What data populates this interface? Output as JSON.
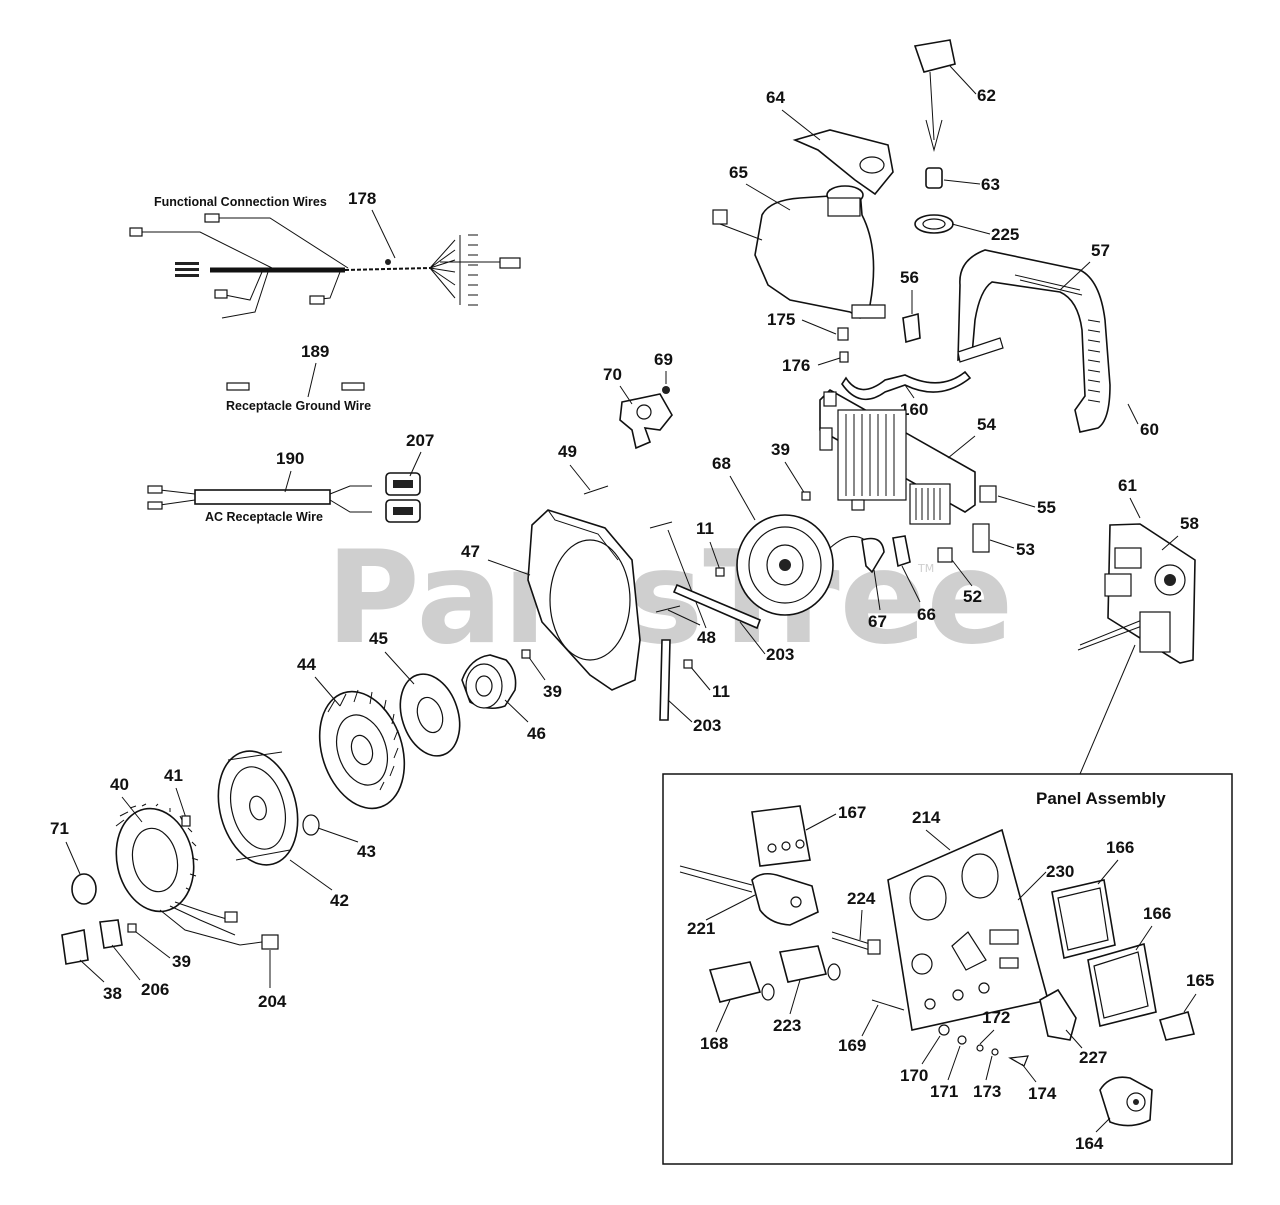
{
  "watermark": {
    "text": "PartsTree",
    "trademark": "TM"
  },
  "captions": {
    "functional_connection_wires": "Functional Connection Wires",
    "receptacle_ground_wire": "Receptacle Ground Wire",
    "ac_receptacle_wire": "AC Receptacle Wire"
  },
  "panel_assembly": {
    "title": "Panel Assembly"
  },
  "callouts": {
    "c62": "62",
    "c64": "64",
    "c63": "63",
    "c65": "65",
    "c225": "225",
    "c57": "57",
    "c56": "56",
    "c175": "175",
    "c176": "176",
    "c160": "160",
    "c60": "60",
    "c54": "54",
    "c55": "55",
    "c53": "53",
    "c52": "52",
    "c61": "61",
    "c58": "58",
    "c178": "178",
    "c189": "189",
    "c190": "190",
    "c207": "207",
    "c70": "70",
    "c69": "69",
    "c49": "49",
    "c39a": "39",
    "c68": "68",
    "c11a": "11",
    "c47": "47",
    "c48": "48",
    "c67": "67",
    "c66": "66",
    "c203a": "203",
    "c203b": "203",
    "c11b": "11",
    "c39b": "39",
    "c45": "45",
    "c44": "44",
    "c46": "46",
    "c40": "40",
    "c41": "41",
    "c71": "71",
    "c42": "42",
    "c43": "43",
    "c39c": "39",
    "c38": "38",
    "c206": "206",
    "c204": "204",
    "c167": "167",
    "c214": "214",
    "c166a": "166",
    "c230": "230",
    "c166b": "166",
    "c221": "221",
    "c224": "224",
    "c165": "165",
    "c168": "168",
    "c223": "223",
    "c169": "169",
    "c172": "172",
    "c227": "227",
    "c170": "170",
    "c171": "171",
    "c173": "173",
    "c174": "174",
    "c164": "164"
  }
}
